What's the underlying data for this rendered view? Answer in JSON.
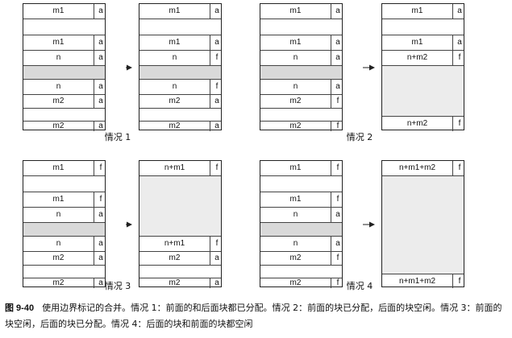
{
  "cases": [
    {
      "label": "情况 1",
      "before": [
        {
          "size": "m1",
          "flag": "a"
        },
        {
          "size": "m1",
          "flag": "a"
        },
        {
          "size": "n",
          "flag": "a"
        },
        {
          "size": "n",
          "flag": "a"
        },
        {
          "size": "m2",
          "flag": "a"
        },
        {
          "size": "m2",
          "flag": "a"
        }
      ],
      "after": [
        {
          "size": "m1",
          "flag": "a"
        },
        {
          "size": "m1",
          "flag": "a"
        },
        {
          "size": "n",
          "flag": "f"
        },
        {
          "size": "n",
          "flag": "f"
        },
        {
          "size": "m2",
          "flag": "a"
        },
        {
          "size": "m2",
          "flag": "a"
        }
      ]
    },
    {
      "label": "情况 2",
      "before": [
        {
          "size": "m1",
          "flag": "a"
        },
        {
          "size": "m1",
          "flag": "a"
        },
        {
          "size": "n",
          "flag": "a"
        },
        {
          "size": "n",
          "flag": "a"
        },
        {
          "size": "m2",
          "flag": "f"
        },
        {
          "size": "m2",
          "flag": "f"
        }
      ],
      "after": [
        {
          "size": "m1",
          "flag": "a"
        },
        {
          "size": "m1",
          "flag": "a"
        },
        {
          "size": "n+m2",
          "flag": "f"
        },
        {
          "size": "n+m2",
          "flag": "f"
        }
      ]
    },
    {
      "label": "情况 3",
      "before": [
        {
          "size": "m1",
          "flag": "f"
        },
        {
          "size": "m1",
          "flag": "f"
        },
        {
          "size": "n",
          "flag": "a"
        },
        {
          "size": "n",
          "flag": "a"
        },
        {
          "size": "m2",
          "flag": "a"
        },
        {
          "size": "m2",
          "flag": "a"
        }
      ],
      "after": [
        {
          "size": "n+m1",
          "flag": "f"
        },
        {
          "size": "n+m1",
          "flag": "f"
        },
        {
          "size": "m2",
          "flag": "a"
        },
        {
          "size": "m2",
          "flag": "a"
        }
      ]
    },
    {
      "label": "情况 4",
      "before": [
        {
          "size": "m1",
          "flag": "f"
        },
        {
          "size": "m1",
          "flag": "f"
        },
        {
          "size": "n",
          "flag": "a"
        },
        {
          "size": "n",
          "flag": "a"
        },
        {
          "size": "m2",
          "flag": "f"
        },
        {
          "size": "m2",
          "flag": "f"
        }
      ],
      "after": [
        {
          "size": "n+m1+m2",
          "flag": "f"
        },
        {
          "size": "n+m1+m2",
          "flag": "f"
        }
      ]
    }
  ],
  "caption": {
    "figure": "图 9-40",
    "text": "使用边界标记的合并。情况 1：前面的和后面块都已分配。情况 2：前面的块已分配，后面的块空闲。情况 3：前面的块空闲，后面的块已分配。情况 4：后面的块和前面的块都空闲"
  }
}
